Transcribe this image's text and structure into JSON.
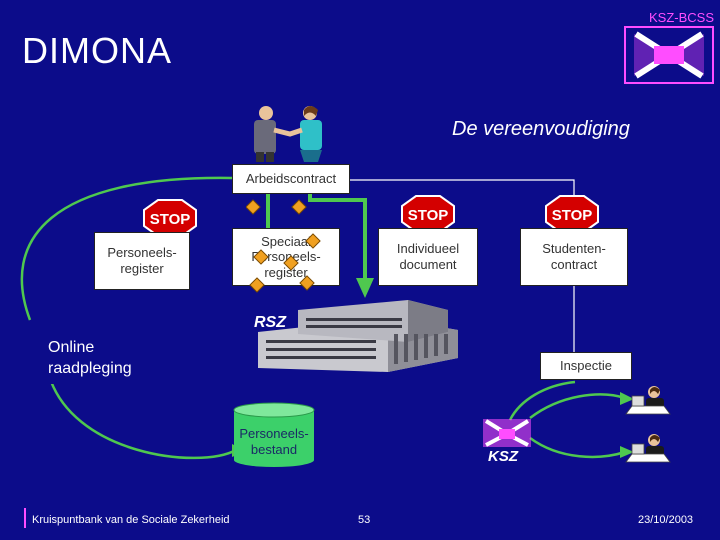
{
  "header": {
    "title": "DIMONA",
    "brand": "KSZ-BCSS"
  },
  "subtitle": "De vereenvoudiging",
  "boxes": {
    "arbeidscontract": "Arbeidscontract",
    "personeelsregister": "Personeels-\nregister",
    "speciaal": "Speciaal\nPersoneels-\nregister",
    "individueel": "Individueel\ndocument",
    "studentencontract": "Studenten-\ncontract",
    "online": "Online\nraadpleging",
    "inspectie": "Inspectie"
  },
  "labels": {
    "rsz": "RSZ",
    "personeelsbestand": "Personeels-\nbestand",
    "ksz": "KSZ",
    "stop": "STOP"
  },
  "footer": {
    "org": "Kruispuntbank van de Sociale Zekerheid",
    "page": "53",
    "date": "23/10/2003"
  },
  "colors": {
    "background": "#0c0c8a",
    "connector_green": "#4fc84f",
    "stop_red": "#d40000",
    "brand_pink": "#ff4dff",
    "marker_orange": "#f0a020"
  },
  "icons": [
    "handshake-icon",
    "stop-sign-icon",
    "building-icon",
    "database-icon",
    "ksz-logo-icon",
    "person-at-computer-icon"
  ]
}
